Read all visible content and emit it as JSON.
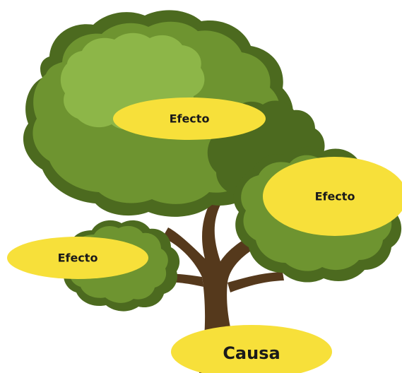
{
  "diagram": {
    "nodes": [
      {
        "id": "effect-top",
        "role": "effect",
        "label": "Efecto"
      },
      {
        "id": "effect-right",
        "role": "effect",
        "label": "Efecto"
      },
      {
        "id": "effect-left",
        "role": "effect",
        "label": "Efecto"
      },
      {
        "id": "cause-root",
        "role": "cause",
        "label": "Causa"
      }
    ],
    "edges": [
      {
        "from": "cause-root",
        "to": "effect-top"
      },
      {
        "from": "cause-root",
        "to": "effect-right"
      },
      {
        "from": "cause-root",
        "to": "effect-left"
      }
    ]
  },
  "colors": {
    "ellipse_fill": "#f7e03a",
    "foliage_dark": "#4c6a1f",
    "foliage_mid": "#6e9430",
    "foliage_light": "#8db648",
    "trunk": "#55391c"
  }
}
